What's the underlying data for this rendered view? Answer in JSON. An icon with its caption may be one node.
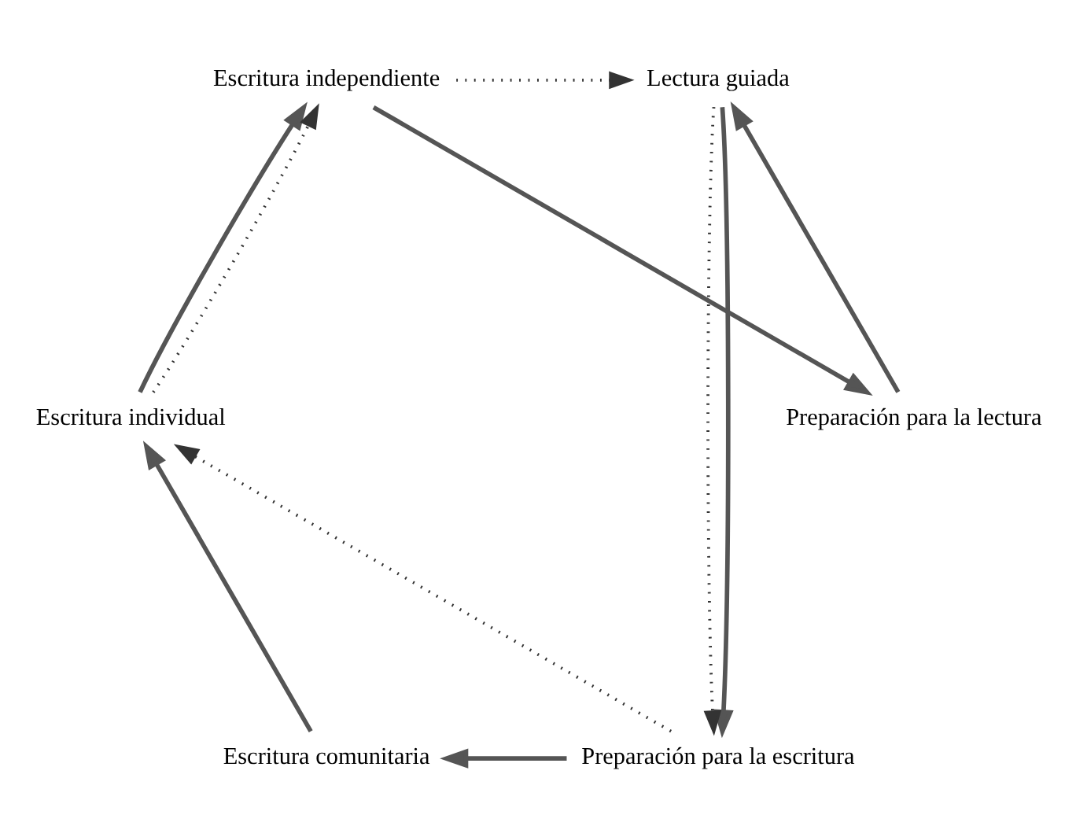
{
  "diagram": {
    "nodes": [
      {
        "text": [
          "Lectura guiada"
        ]
      },
      {
        "text": [
          "Preparación para la escritura"
        ]
      },
      {
        "text": [
          "Escritura comunitaria"
        ]
      },
      {
        "text": [
          "Escritura individual"
        ]
      },
      {
        "text": [
          "Escritura independiente"
        ]
      },
      {
        "text": [
          "Preparación para la lectura"
        ]
      }
    ],
    "edges": [
      {
        "from": 5,
        "to": 0,
        "arrow": "to"
      },
      {
        "from": 0,
        "to": 1,
        "arrow": "to"
      },
      {
        "from": 1,
        "to": 2,
        "arrow": "to"
      },
      {
        "from": 2,
        "to": 3,
        "arrow": "to"
      },
      {
        "from": 3,
        "to": 4,
        "arrow": "to"
      },
      {
        "from": 4,
        "to": 5,
        "arrow": "to"
      },
      {
        "from": 4,
        "to": 0,
        "arrow": "to",
        "style": "dashed"
      },
      {
        "from": 0,
        "to": 1,
        "arrow": "to",
        "style": "dashed"
      },
      {
        "from": 1,
        "to": 3,
        "arrow": "to",
        "style": "dashed"
      },
      {
        "from": 3,
        "to": 4,
        "arrow": "to",
        "style": "dashed"
      }
    ]
  }
}
